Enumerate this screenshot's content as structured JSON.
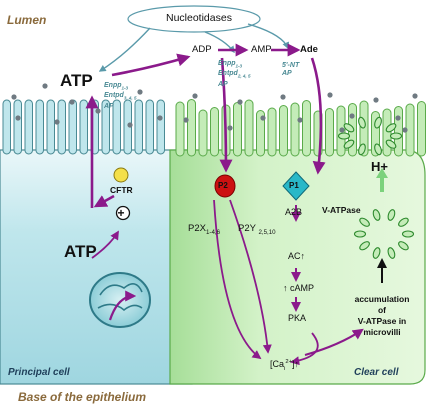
{
  "labels": {
    "lumen": "Lumen",
    "base": "Base of the epithelium",
    "principal_cell": "Principal cell",
    "clear_cell": "Clear cell",
    "nucleotidases": "Nucleotidases",
    "atp_top": "ATP",
    "atp_bottom": "ATP",
    "adp": "ADP",
    "amp": "AMP",
    "ade": "Ade",
    "enzymes_atp": [
      "Enpp1-3",
      "Entpd3,4,5",
      "AP"
    ],
    "enzymes_adp": [
      "Enpp1-3",
      "Entpd2,4,5",
      "AP"
    ],
    "enzymes_amp": [
      "5'-NT",
      "AP"
    ],
    "cftr": "CFTR",
    "plus": "+",
    "p2": "P2",
    "p1": "P1",
    "p2x": "P2X1-4,6",
    "p2y": "P2Y2,5,10",
    "a2b": "A2B",
    "ac": "AC↑",
    "camp": "↑ cAMP",
    "pka": "PKA",
    "ca": "[Cai2+]↑",
    "hplus": "H+",
    "vatpase": "V-ATPase",
    "accumulation": [
      "accumulation",
      "of",
      "V-ATPase in",
      "microvilli"
    ]
  },
  "colors": {
    "arrow_purple": "#8b1a8b",
    "feedback_teal": "#5a9aaa",
    "principal_cell": "#bfe6ec",
    "clear_cell": "#c4ecb8",
    "p2_receptor": "#cc1111",
    "p1_receptor": "#29b8c8",
    "cftr": "#f4e04a",
    "label_brown": "#8a6a3c"
  }
}
